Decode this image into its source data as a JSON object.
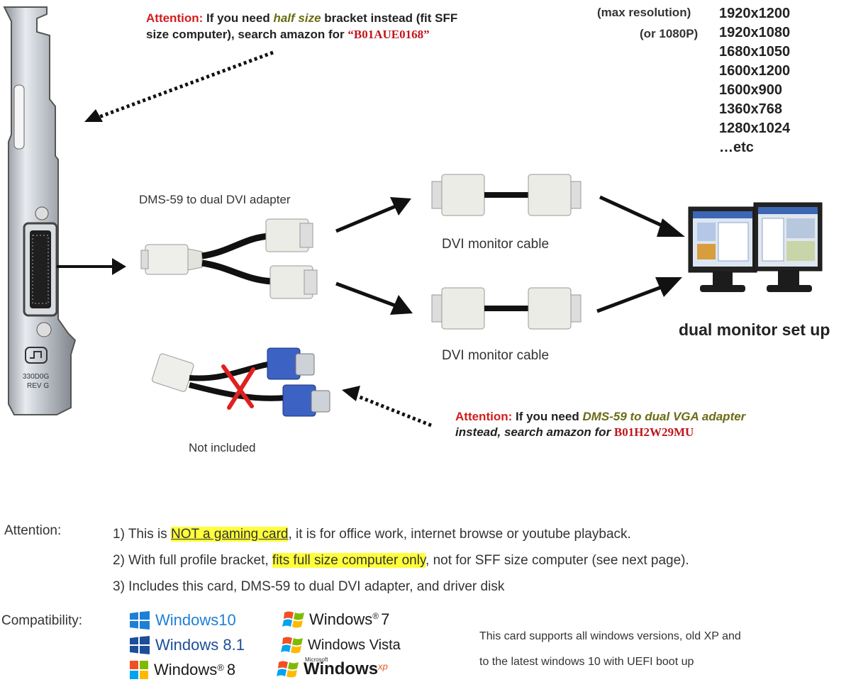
{
  "top_attention": {
    "lead": "Attention:",
    "text1": " If you need ",
    "half": "half size",
    "text2": " bracket instead (fit SFF",
    "line2": "size computer), search amazon for ",
    "code": "“B01AUE0168”"
  },
  "resolutions": {
    "label_max": "(max resolution)",
    "label_1080": "(or 1080P)",
    "values": [
      "1920x1200",
      "1920x1080",
      "1680x1050",
      "1600x1200",
      "1600x900",
      "1360x768",
      "1280x1024",
      "…etc"
    ]
  },
  "labels": {
    "adapter": "DMS-59 to dual DVI  adapter",
    "cable1": "DVI monitor cable",
    "cable2": "DVI monitor cable",
    "dual": "dual monitor set up",
    "not_included": "Not included",
    "bracket_top": "330D0G",
    "bracket_bottom": "REV G"
  },
  "vga_attention": {
    "lead": "Attention:",
    "text1": " If you need ",
    "dms": "DMS-59 to dual VGA adapter",
    "line2": "instead, search amazon for ",
    "code": "B01H2W29MU"
  },
  "notes": {
    "title": "Attention:",
    "n1_pre": "1) This is ",
    "n1_hl": "NOT a gaming card",
    "n1_post": ", it is for office work, internet browse or youtube playback.",
    "n2_pre": "2) With full profile bracket, ",
    "n2_hl": "fits full size computer only",
    "n2_post": ", not for SFF size computer (see next page).",
    "n3": "3) Includes this card, DMS-59 to dual DVI adapter, and driver disk"
  },
  "compat": {
    "title": "Compatibility:",
    "win10": "Windows10",
    "win81": "Windows 8.1",
    "win8": "Windows",
    "win8_num": "8",
    "win7": "Windows",
    "win7_num": "7",
    "vista": "Windows Vista",
    "xp_small": "Microsoft",
    "xp": "Windows",
    "xp_sup": "xp",
    "desc1": "This card supports all windows versions, old XP and",
    "desc2": "to the latest windows 10 with UEFI boot up"
  },
  "colors": {
    "red": "#d41c1c",
    "olive": "#6b6b14",
    "highlight": "#ffff3a",
    "win_blue": "#1e7fd6"
  }
}
